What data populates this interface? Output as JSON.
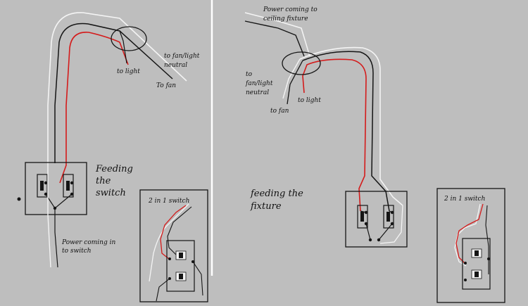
{
  "left_panel": {
    "labels": {
      "to_light": "to light",
      "to_fan_light_neutral_1": "to fan/light",
      "to_fan_light_neutral_2": "neutral",
      "to_fan": "To fan",
      "heading_1": "Feeding",
      "heading_2": "the",
      "heading_3": "switch",
      "power_1": "Power coming in",
      "power_2": "to switch",
      "inset_title": "2 in 1 switch"
    }
  },
  "right_panel": {
    "labels": {
      "power_1": "Power coming to",
      "power_2": "ceiling fixture",
      "to_fan_light_neutral_1": "to",
      "to_fan_light_neutral_2": "fan/light",
      "to_fan_light_neutral_3": "neutral",
      "to_fan": "to fan",
      "to_light": "to light",
      "heading_1": "feeding the",
      "heading_2": "fixture",
      "inset_title": "2 in 1 switch"
    }
  },
  "colors": {
    "background": "#bebebe",
    "hot_wire": "#d41b1b",
    "neutral_wire": "#f4f4f4",
    "black_wire": "#151515",
    "divider": "#ffffff"
  }
}
